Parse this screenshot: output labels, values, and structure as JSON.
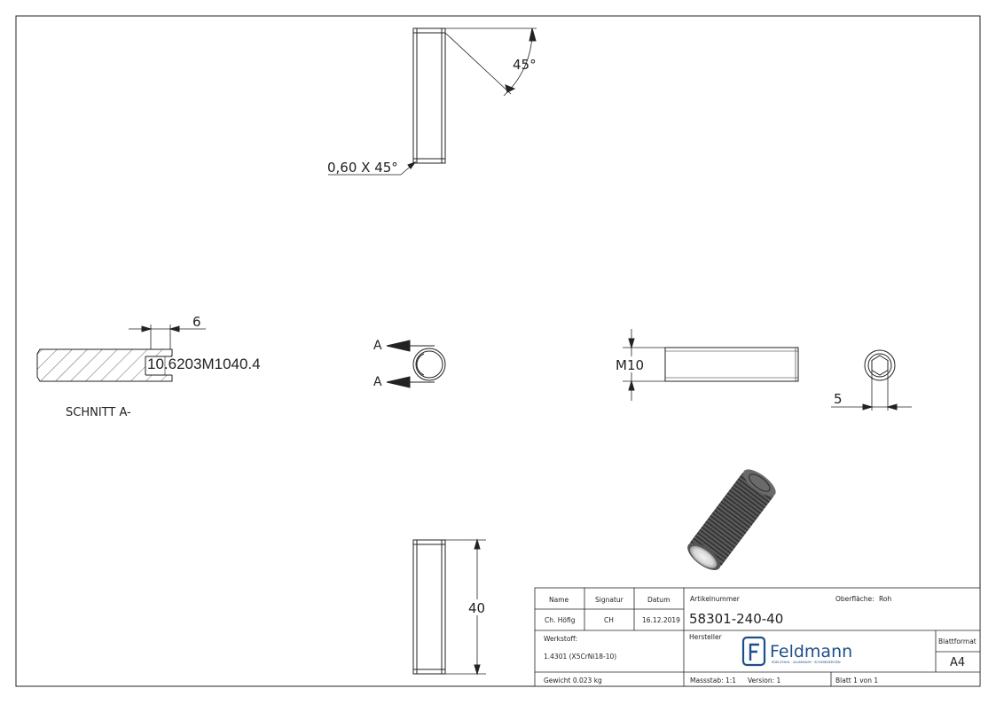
{
  "dimensions": {
    "chamfer_angle": "45°",
    "chamfer_note": "0,60 X 45°",
    "bore_width": "6",
    "section_overlay": "10.6203M1040.4",
    "section_caption": "SCHNITT A-",
    "section_arrow_top": "A",
    "section_arrow_bottom": "A",
    "thread": "M10",
    "hex_socket": "5",
    "length": "40"
  },
  "title_block": {
    "name_label": "Name",
    "signature_label": "Signatur",
    "date_label": "Datum",
    "name_value": "Ch. Höfig",
    "signature_value": "CH",
    "date_value": "16.12.2019",
    "article_label": "Artikelnummer",
    "article_value": "58301-240-40",
    "surface_label": "Oberfläche:",
    "surface_value": "Roh",
    "material_label": "Werkstoff:",
    "material_value": "1.4301 (X5CrNi18-10)",
    "manufacturer_label": "Hersteller",
    "sheet_format_label": "Blattformat",
    "sheet_format_value": "A4",
    "weight": "Gewicht 0.023 kg",
    "scale": "Massstab: 1:1",
    "version": "Version: 1",
    "sheet_number": "Blatt 1 von 1"
  },
  "logo": {
    "brand": "Feldmann",
    "tagline": "EDELSTAHL · ALUMINIUM · SCHMIEDEEISEN",
    "color": "#1f4e8c"
  },
  "colors": {
    "line": "#222222",
    "hatch": "#444444"
  }
}
